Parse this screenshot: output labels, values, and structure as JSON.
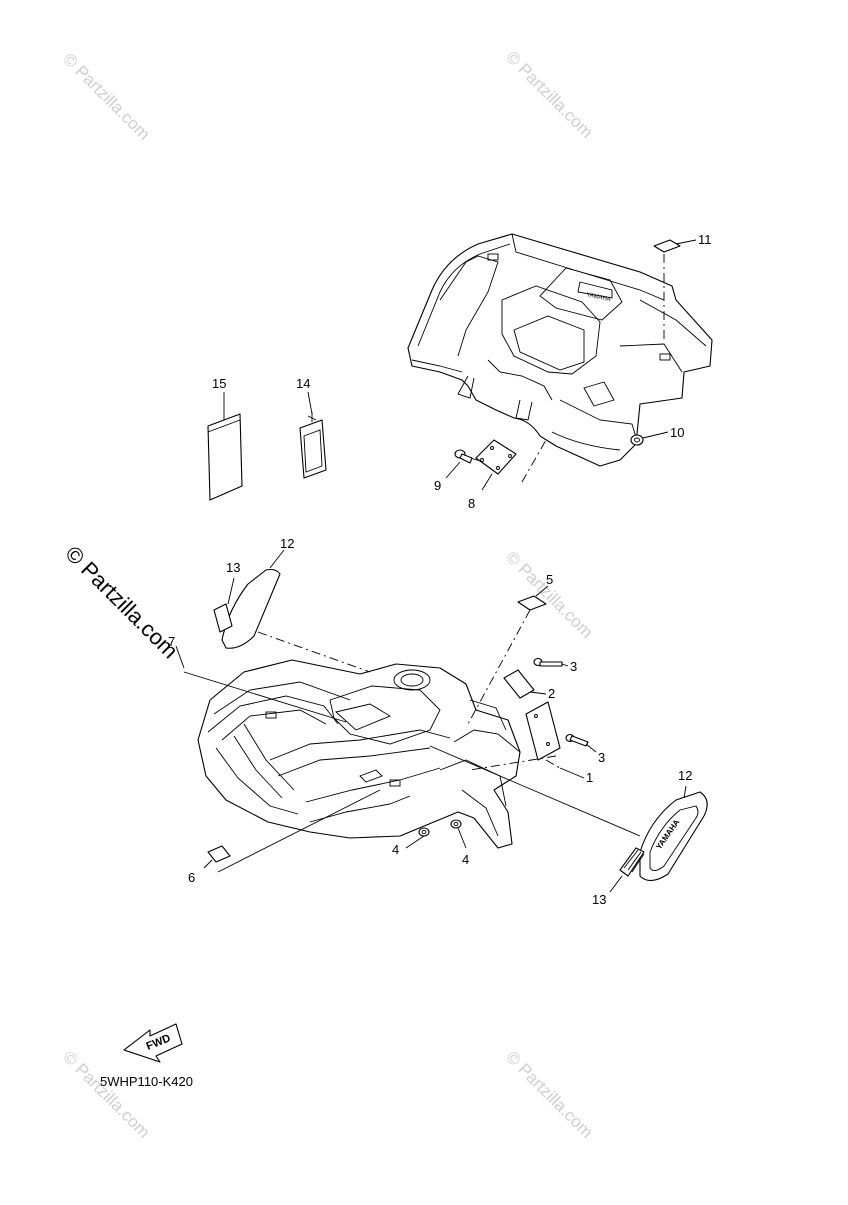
{
  "watermarks": [
    "© Partzilla.com",
    "© Partzilla.com",
    "© Partzilla.com",
    "© Partzilla.com",
    "© Partzilla.com",
    "© Partzilla.com"
  ],
  "callouts": {
    "c1": "1",
    "c2": "2",
    "c3a": "3",
    "c3b": "3",
    "c4a": "4",
    "c4b": "4",
    "c5": "5",
    "c6": "6",
    "c7": "7",
    "c8": "8",
    "c9": "9",
    "c10": "10",
    "c11": "11",
    "c12a": "12",
    "c12b": "12",
    "c13a": "13",
    "c13b": "13",
    "c14": "14",
    "c15": "15"
  },
  "fwd_label": "FWD",
  "diagram_code": "5WHP110-K420",
  "decal_logo": "YAMAHA"
}
